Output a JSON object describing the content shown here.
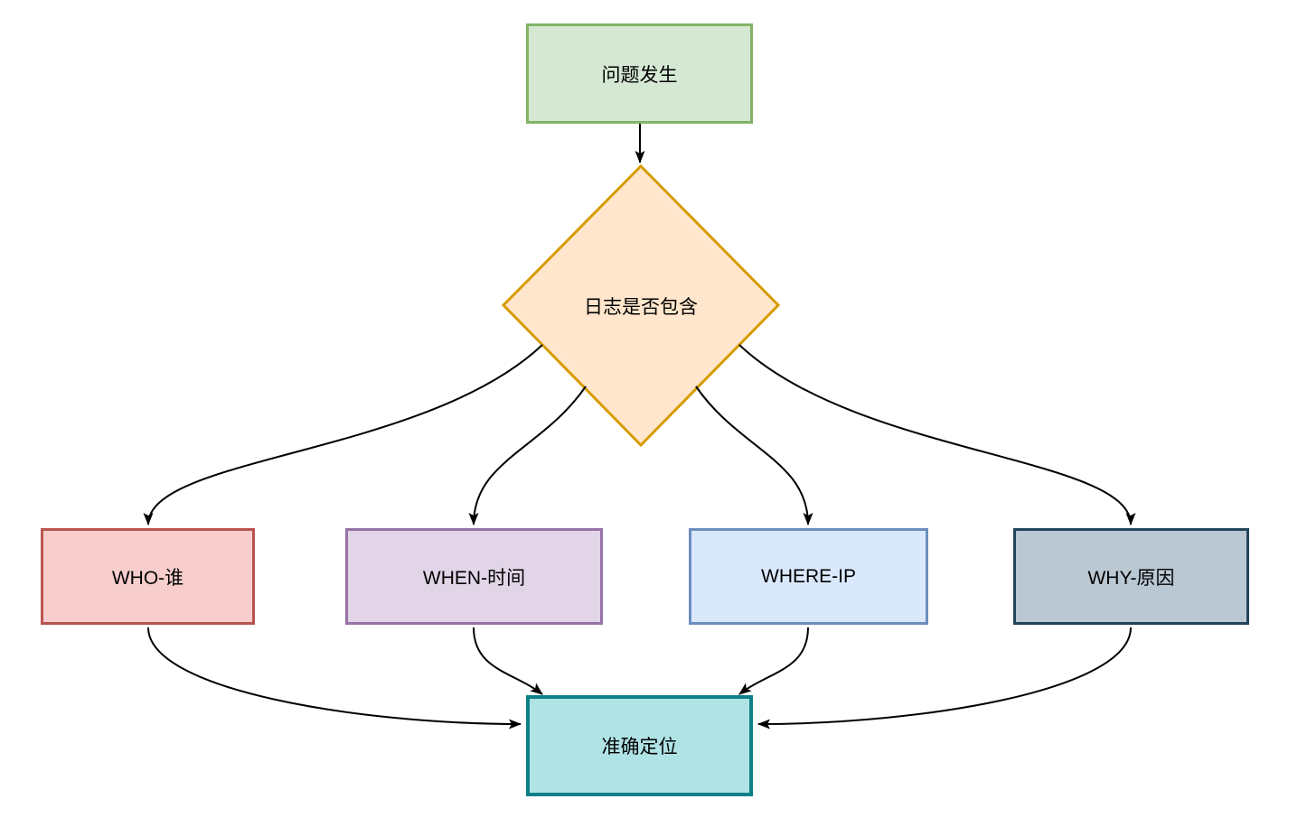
{
  "canvas": {
    "background": "#ffffff",
    "arrow_color": "#000000",
    "text_color": "#000000"
  },
  "nodes": {
    "start": {
      "label": "问题发生",
      "shape": "rect",
      "fill": "#d5e8d4",
      "border": "#82b366"
    },
    "decision": {
      "label": "日志是否包含",
      "shape": "diamond",
      "fill": "#ffe6cc",
      "border": "#d79b00"
    },
    "who": {
      "label": "WHO-谁",
      "shape": "rect",
      "fill": "#f8cecc",
      "border": "#b85450"
    },
    "when": {
      "label": "WHEN-时间",
      "shape": "rect",
      "fill": "#e1d5e7",
      "border": "#9673a6"
    },
    "where": {
      "label": "WHERE-IP",
      "shape": "rect",
      "fill": "#dae8fc",
      "border": "#6c8ebf"
    },
    "why": {
      "label": "WHY-原因",
      "shape": "rect",
      "fill": "#bac8d3",
      "border": "#23445d"
    },
    "end": {
      "label": "准确定位",
      "shape": "rect",
      "fill": "#b0e3e6",
      "border": "#0e8088"
    }
  },
  "edges": [
    {
      "from": "start",
      "to": "decision"
    },
    {
      "from": "decision",
      "to": "who"
    },
    {
      "from": "decision",
      "to": "when"
    },
    {
      "from": "decision",
      "to": "where"
    },
    {
      "from": "decision",
      "to": "why"
    },
    {
      "from": "who",
      "to": "end"
    },
    {
      "from": "when",
      "to": "end"
    },
    {
      "from": "where",
      "to": "end"
    },
    {
      "from": "why",
      "to": "end"
    }
  ]
}
